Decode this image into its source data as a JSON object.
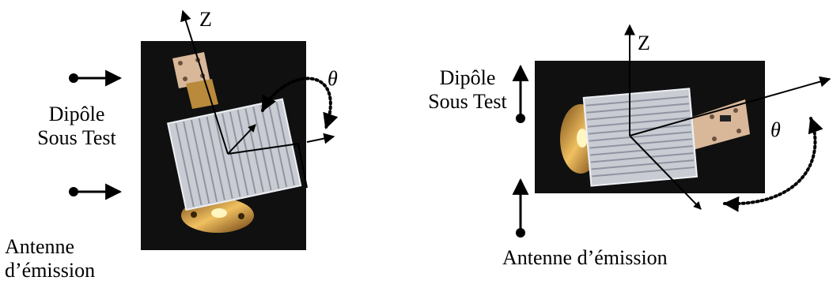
{
  "left_figure": {
    "axis_z": "Z",
    "theta": "θ",
    "dut_line1": "Dipôle",
    "dut_line2": "Sous Test",
    "tx_line1": "Antenne",
    "tx_line2": "d’émission"
  },
  "right_figure": {
    "axis_z": "Z",
    "theta": "θ",
    "dut_line1": "Dipôle",
    "dut_line2": "Sous Test",
    "tx_label": "Antenne d’émission"
  },
  "colors": {
    "photo_background": "#101010",
    "heatsink": "#c9ccd3",
    "brass": "#b98a3c",
    "copper_plate": "#d9b89a"
  }
}
